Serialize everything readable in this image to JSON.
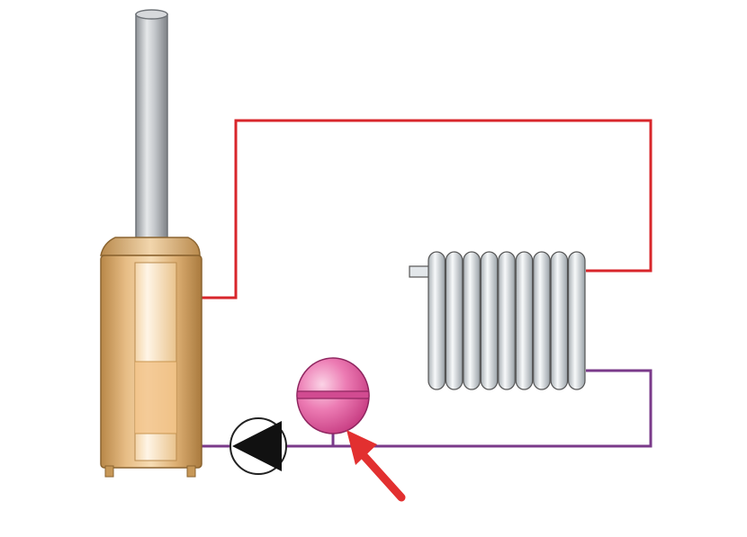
{
  "diagram": {
    "components": [
      {
        "name": "boiler",
        "icon": "boiler-icon"
      },
      {
        "name": "chimney",
        "icon": "flue-pipe-icon"
      },
      {
        "name": "radiator",
        "icon": "radiator-icon",
        "sections": 9
      },
      {
        "name": "circulation-pump",
        "icon": "pump-icon"
      },
      {
        "name": "expansion-tank",
        "icon": "expansion-tank-icon"
      },
      {
        "name": "pointer-arrow",
        "icon": "arrow-icon",
        "target": "expansion-tank"
      }
    ],
    "pipes": [
      {
        "name": "supply-pipe",
        "color": "#d8262b",
        "from": "boiler",
        "to": "radiator"
      },
      {
        "name": "return-pipe",
        "color": "#7a3a8a",
        "from": "radiator",
        "to": "boiler"
      }
    ],
    "colors": {
      "boiler_body": "#e0b27a",
      "chimney": "#b9bcc0",
      "radiator": "#e8ecef",
      "tank": "#e86aa8",
      "arrow": "#e23030"
    }
  }
}
